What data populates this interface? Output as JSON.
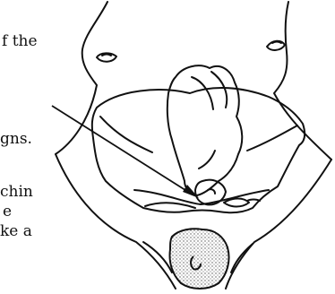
{
  "caption_lines": [
    "f the",
    "gns.",
    "chin",
    "e",
    "ke a"
  ],
  "colors": {
    "ink": "#111111",
    "background": "#ffffff",
    "stipple": "#8a8a8a"
  }
}
